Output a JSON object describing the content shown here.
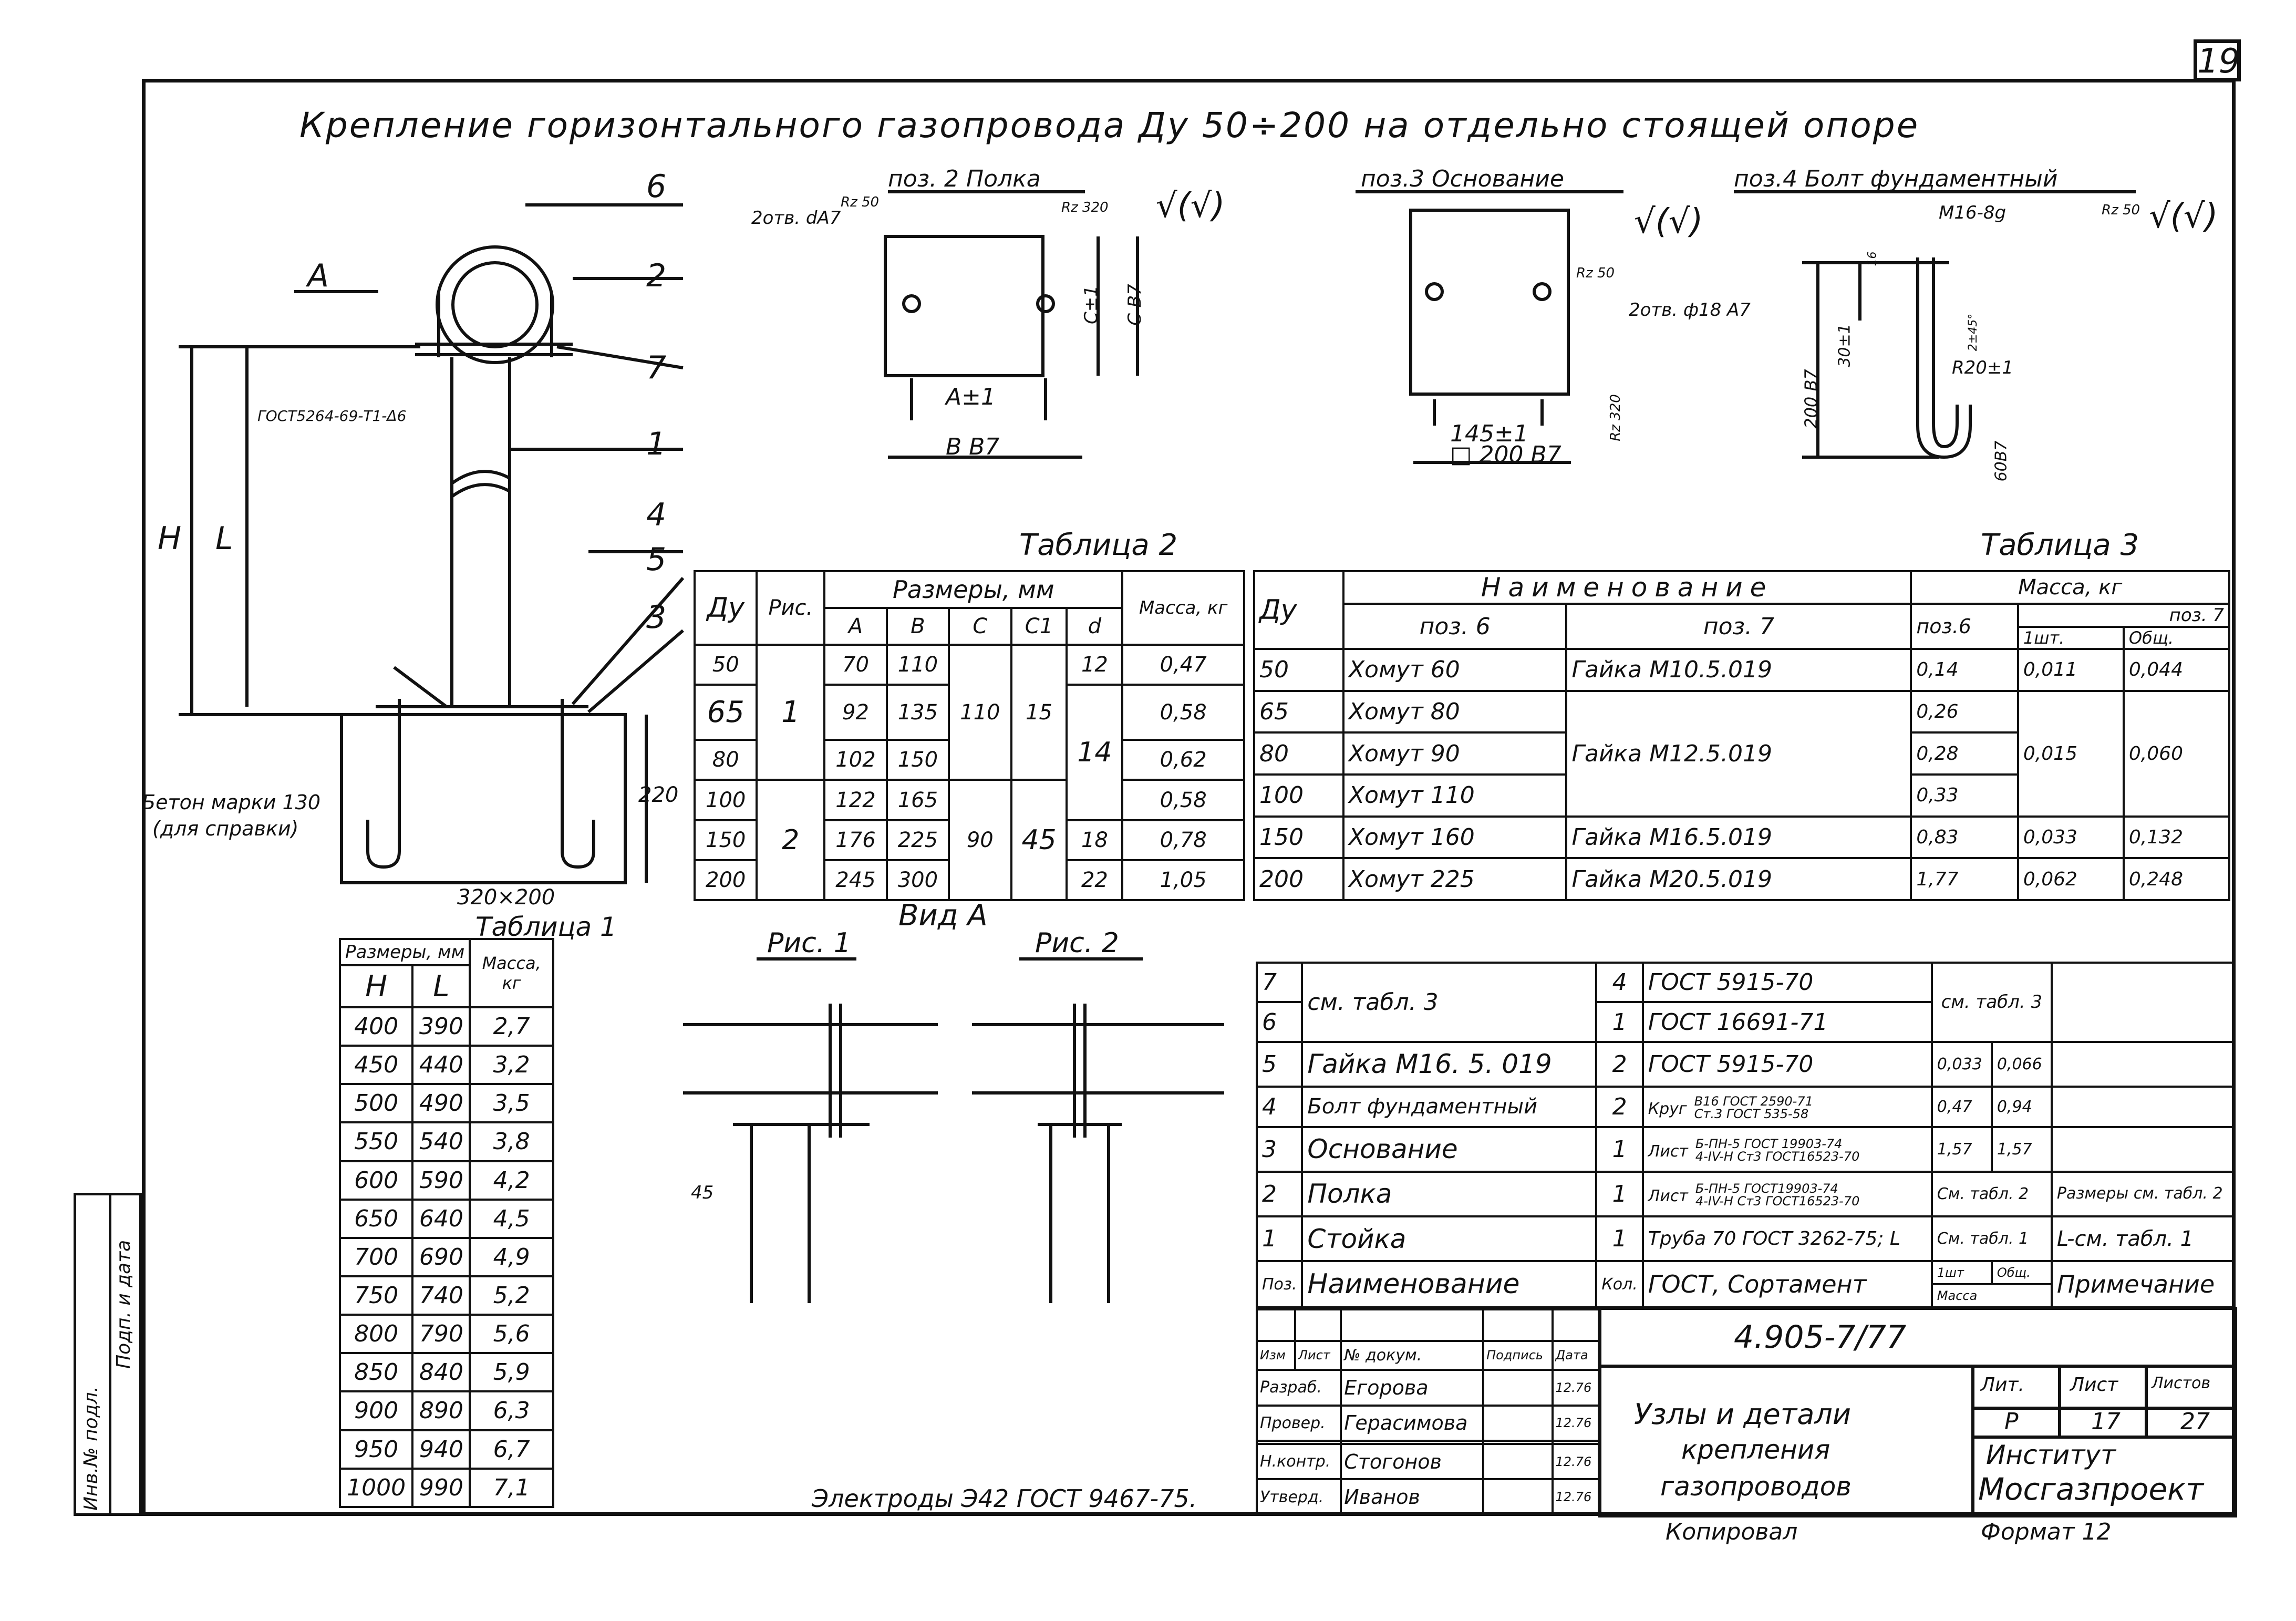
{
  "sheet_number": "19",
  "title": "Крепление горизонтального газопровода Ду 50÷200 на отдельно стоящей опоре",
  "side_stamp": {
    "col1": "Инв.№ подл.",
    "col2": "Подп. и дата"
  },
  "main_view": {
    "arrow_label": "А",
    "dim_H": "Н",
    "dim_L": "L",
    "dim_220": "220",
    "gost_note": "ГОСТ5264-69-Т1-Δ6",
    "concrete_1": "Бетон марки 130",
    "concrete_2": "(для справки)",
    "base_dim": "320×200",
    "callouts": [
      "6",
      "2",
      "7",
      "1",
      "4",
      "5",
      "3"
    ]
  },
  "pos2": {
    "title": "поз. 2 Полка",
    "holes": "2отв. dА7",
    "rz50": "Rz 50",
    "rz320": "Rz 320",
    "dim_A": "А±1",
    "dim_B": "В В7",
    "dim_C": "С±1",
    "dim_CB": "С В7"
  },
  "pos3": {
    "title": "поз.3 Основание",
    "holes": "2отв. ф18 А7",
    "rz50": "Rz 50",
    "rz320": "Rz 320",
    "dim_145": "145±1",
    "dim_200": "□ 200 В7"
  },
  "pos4": {
    "title": "поз.4 Болт фундаментный",
    "thread": "М16-8g",
    "rz50": "Rz 50",
    "dim_200": "200 В7",
    "dim_30": "30±1",
    "dim_r20": "R20±1",
    "dim_60": "60В7",
    "dim_15": "2±45°",
    "dim_16": "16"
  },
  "roughness": "√(√)",
  "table2": {
    "caption": "Таблица 2",
    "h_du": "Ду",
    "h_fig": "Рис.",
    "h_dims": "Размеры, мм",
    "h_mass": "Масса, кг",
    "sub": [
      "А",
      "В",
      "С",
      "С1",
      "d"
    ],
    "rows": [
      {
        "du": "50",
        "fig": "",
        "A": "70",
        "B": "110",
        "C": "",
        "C1": "",
        "d": "12",
        "m": "0,47"
      },
      {
        "du": "65",
        "fig": "1",
        "A": "92",
        "B": "135",
        "C": "110",
        "C1": "15",
        "d": "",
        "m": "0,58"
      },
      {
        "du": "80",
        "fig": "",
        "A": "102",
        "B": "150",
        "C": "",
        "C1": "",
        "d": "14",
        "m": "0,62"
      },
      {
        "du": "100",
        "fig": "",
        "A": "122",
        "B": "165",
        "C": "",
        "C1": "",
        "d": "",
        "m": "0,58"
      },
      {
        "du": "150",
        "fig": "2",
        "A": "176",
        "B": "225",
        "C": "90",
        "C1": "45",
        "d": "18",
        "m": "0,78"
      },
      {
        "du": "200",
        "fig": "",
        "A": "245",
        "B": "300",
        "C": "",
        "C1": "",
        "d": "22",
        "m": "1,05"
      }
    ]
  },
  "table3": {
    "caption": "Таблица 3",
    "h_du": "Ду",
    "h_name": "Наименование",
    "h_p6": "поз. 6",
    "h_p7": "поз. 7",
    "h_mass": "Масса, кг",
    "h_m6": "поз.6",
    "h_m7": "поз. 7",
    "h_pcs": "1шт.",
    "h_total": "Общ.",
    "rows": [
      {
        "du": "50",
        "p6": "Хомут 60",
        "p7": "Гайка М10.5.019",
        "m6": "0,14",
        "pcs": "0,011",
        "tot": "0,044"
      },
      {
        "du": "65",
        "p6": "Хомут 80",
        "p7": "",
        "m6": "0,26",
        "pcs": "",
        "tot": ""
      },
      {
        "du": "80",
        "p6": "Хомут 90",
        "p7": "Гайка М12.5.019",
        "m6": "0,28",
        "pcs": "0,015",
        "tot": "0,060"
      },
      {
        "du": "100",
        "p6": "Хомут 110",
        "p7": "",
        "m6": "0,33",
        "pcs": "",
        "tot": ""
      },
      {
        "du": "150",
        "p6": "Хомут 160",
        "p7": "Гайка М16.5.019",
        "m6": "0,83",
        "pcs": "0,033",
        "tot": "0,132"
      },
      {
        "du": "200",
        "p6": "Хомут 225",
        "p7": "Гайка М20.5.019",
        "m6": "1,77",
        "pcs": "0,062",
        "tot": "0,248"
      }
    ]
  },
  "table1": {
    "caption": "Таблица 1",
    "h_dims": "Размеры, мм",
    "h_mass": "Масса, кг",
    "h_H": "Н",
    "h_L": "L",
    "rows": [
      [
        "400",
        "390",
        "2,7"
      ],
      [
        "450",
        "440",
        "3,2"
      ],
      [
        "500",
        "490",
        "3,5"
      ],
      [
        "550",
        "540",
        "3,8"
      ],
      [
        "600",
        "590",
        "4,2"
      ],
      [
        "650",
        "640",
        "4,5"
      ],
      [
        "700",
        "690",
        "4,9"
      ],
      [
        "750",
        "740",
        "5,2"
      ],
      [
        "800",
        "790",
        "5,6"
      ],
      [
        "850",
        "840",
        "5,9"
      ],
      [
        "900",
        "890",
        "6,3"
      ],
      [
        "950",
        "940",
        "6,7"
      ],
      [
        "1000",
        "990",
        "7,1"
      ]
    ]
  },
  "view_a": {
    "title": "Вид А",
    "fig1": "Рис. 1",
    "fig2": "Рис. 2",
    "dim_45": "45"
  },
  "spec": {
    "rows": [
      {
        "pos": "7",
        "name": "см. табл. 3",
        "qty": "4",
        "gost": "ГОСТ 5915-70",
        "m1": "см. табл. 3",
        "m2": "",
        "note": ""
      },
      {
        "pos": "6",
        "name": "",
        "qty": "1",
        "gost": "ГОСТ 16691-71",
        "m1": "",
        "m2": "",
        "note": ""
      },
      {
        "pos": "5",
        "name": "Гайка М16. 5. 019",
        "qty": "2",
        "gost": "ГОСТ 5915-70",
        "m1": "0,033",
        "m2": "0,066",
        "note": ""
      },
      {
        "pos": "4",
        "name": "Болт фундаментный",
        "qty": "2",
        "gost_a": "Круг",
        "gost_top": "В16 ГОСТ 2590-71",
        "gost_bot": "Ст.3 ГОСТ 535-58",
        "m1": "0,47",
        "m2": "0,94",
        "note": ""
      },
      {
        "pos": "3",
        "name": "Основание",
        "qty": "1",
        "gost_a": "Лист",
        "gost_top": "Б-ПН-5 ГОСТ 19903-74",
        "gost_bot": "4-IV-Н Ст3 ГОСТ16523-70",
        "m1": "1,57",
        "m2": "1,57",
        "note": ""
      },
      {
        "pos": "2",
        "name": "Полка",
        "qty": "1",
        "gost_a": "Лист",
        "gost_top": "Б-ПН-5 ГОСТ19903-74",
        "gost_bot": "4-IV-Н Ст3 ГОСТ16523-70",
        "m1": "См. табл. 2",
        "m2": "",
        "note": "Размеры см. табл. 2"
      },
      {
        "pos": "1",
        "name": "Стойка",
        "qty": "1",
        "gost": "Труба 70 ГОСТ 3262-75; L",
        "m1": "См. табл. 1",
        "m2": "",
        "note": "L-см. табл. 1"
      }
    ],
    "h_pos": "Поз.",
    "h_name": "Наименование",
    "h_qty": "Кол.",
    "h_gost": "ГОСТ, Сортамент",
    "h_1pc": "1шт",
    "h_tot": "Общ.",
    "h_mass": "Масса",
    "h_note": "Примечание"
  },
  "doc_code": "4.905-7/77",
  "stamp": {
    "h": [
      "Изм",
      "Лист",
      "№ докум.",
      "Подпись",
      "Дата"
    ],
    "rows": [
      {
        "role": "Разраб.",
        "name": "Егорова",
        "date": "12.76"
      },
      {
        "role": "Провер.",
        "name": "Герасимова",
        "date": "12.76"
      },
      {
        "role": "",
        "name": "",
        "date": ""
      },
      {
        "role": "Н.контр.",
        "name": "Стогонов",
        "date": "12.76"
      },
      {
        "role": "Утверд.",
        "name": "Иванов",
        "date": "12.76"
      }
    ]
  },
  "doc_title": [
    "Узлы и детали",
    "крепления",
    "газопроводов"
  ],
  "lit_label": "Лит.",
  "sheet_label": "Лист",
  "sheets_label": "Листов",
  "lit": "Р",
  "sheet": "17",
  "sheets": "27",
  "institute_label": "Институт",
  "institute": "Мосгазпроект",
  "electrodes": "Электроды Э42 ГОСТ 9467-75.",
  "copied": "Копировал",
  "format": "Формат 12"
}
